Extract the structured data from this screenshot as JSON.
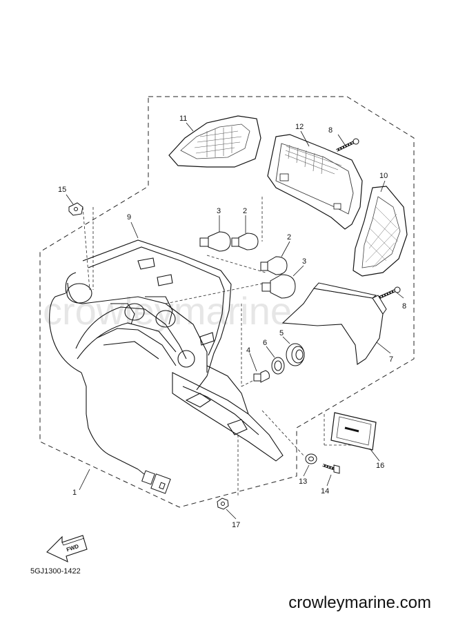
{
  "diagram": {
    "watermark": "crowleymarine",
    "fwd_label": "FWD",
    "part_code": "5GJ1300-1422",
    "site": "crowleymarine.com",
    "callouts": {
      "c1": "1",
      "c2a": "2",
      "c2b": "2",
      "c3a": "3",
      "c3b": "3",
      "c4": "4",
      "c5": "5",
      "c6": "6",
      "c7": "7",
      "c8a": "8",
      "c8b": "8",
      "c9": "9",
      "c10": "10",
      "c11": "11",
      "c12": "12",
      "c13": "13",
      "c14": "14",
      "c15": "15",
      "c16": "16",
      "c17": "17"
    }
  }
}
